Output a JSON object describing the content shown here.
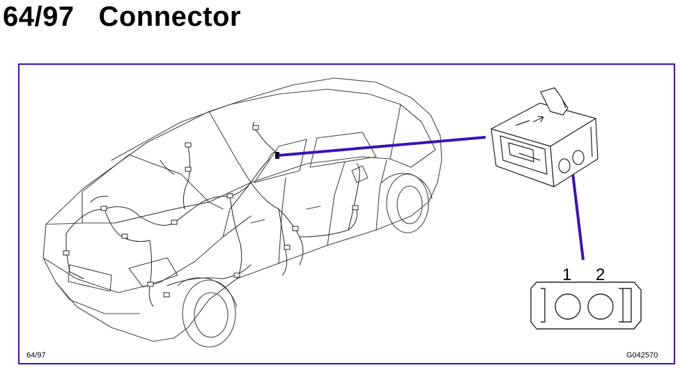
{
  "title": "64/97   Connector",
  "figure": {
    "ref_code": "64/97",
    "image_code": "G042570"
  },
  "connector": {
    "pins": [
      "1",
      "2"
    ]
  },
  "colors": {
    "frame": "#3a12b8",
    "leader": "#3a12b8",
    "line": "#333333"
  },
  "icons": [
    "car-wiring-illustration",
    "connector-housing-3d",
    "connector-pin-face"
  ]
}
